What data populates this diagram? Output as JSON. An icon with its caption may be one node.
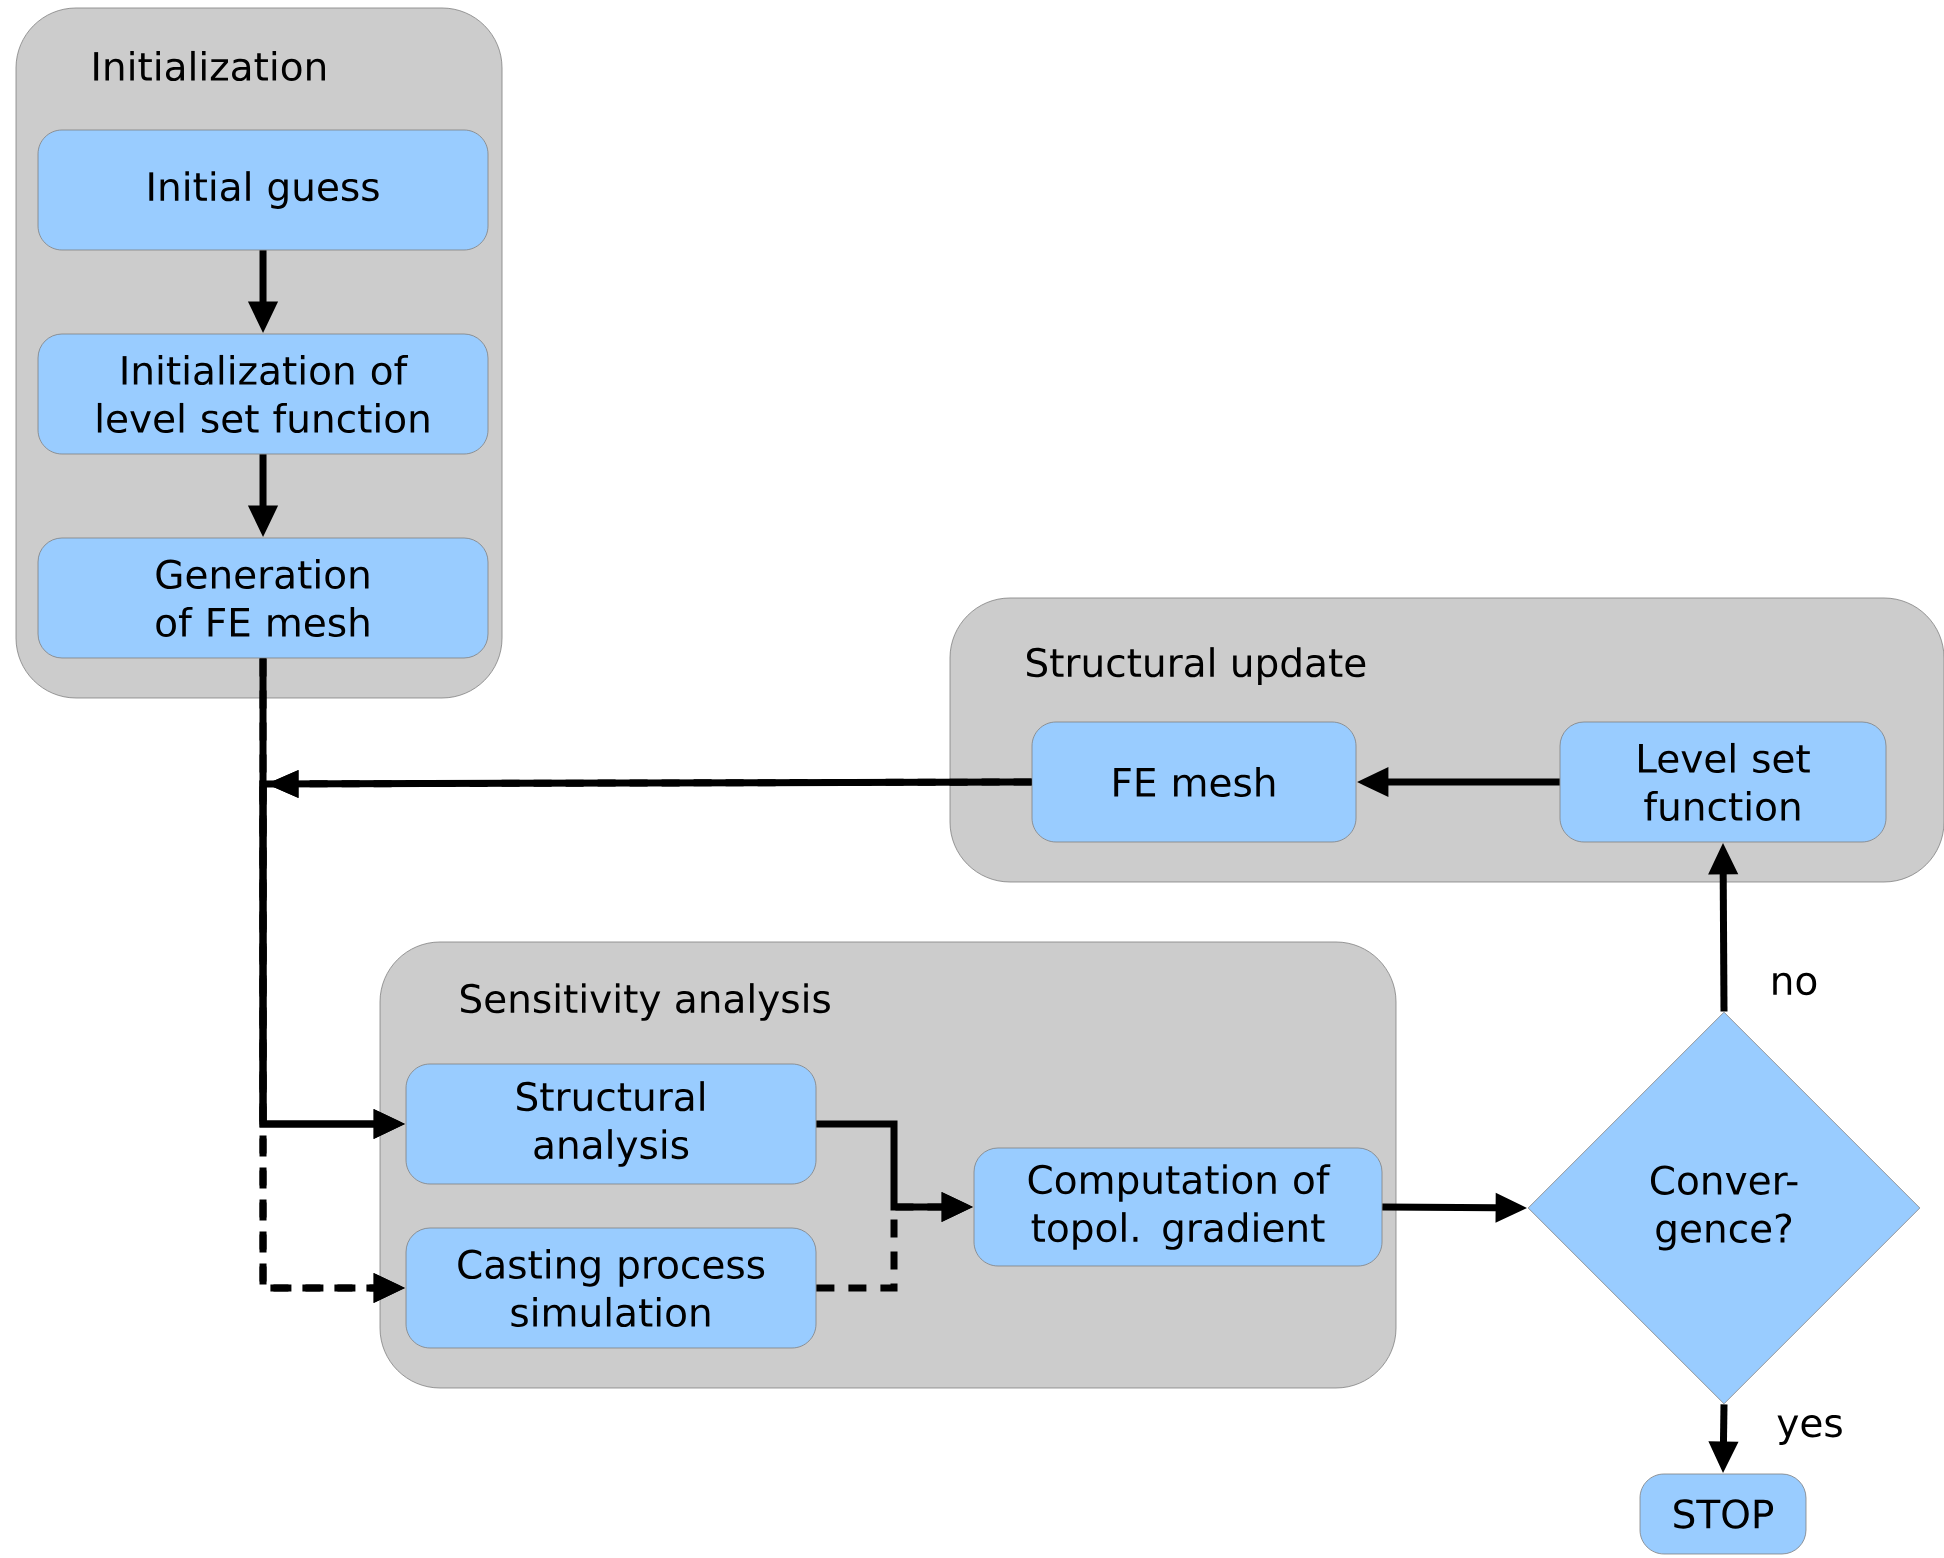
{
  "diagram": {
    "nodes": [
      {
        "text": [
          "Initialization"
        ]
      },
      {
        "text": [
          "Initial guess"
        ],
        "in": 0
      },
      {
        "text": [
          "Initialization of level set function"
        ],
        "in": 0
      },
      {
        "text": [
          "Generation of FE mesh"
        ],
        "in": 0
      },
      {
        "text": [
          "Structural update"
        ]
      },
      {
        "text": [
          "FE mesh"
        ],
        "in": 4
      },
      {
        "text": [
          "Level set function"
        ],
        "in": 4
      },
      {
        "text": [
          "Sensitivity analysis"
        ]
      },
      {
        "text": [
          "Structural analysis"
        ],
        "in": 7
      },
      {
        "text": [
          "Casting process simulation"
        ],
        "in": 7
      },
      {
        "text": [
          "Computation of topol. gradient"
        ],
        "in": 7
      },
      {
        "text": [
          "Conver- gence?"
        ]
      },
      {
        "text": [
          "STOP"
        ]
      }
    ],
    "edges": [
      {
        "from": 1,
        "to": 2,
        "arrow": "to"
      },
      {
        "from": 2,
        "to": 3,
        "arrow": "to"
      },
      {
        "from": 3,
        "to": 8,
        "arrow": "to"
      },
      {
        "from": 5,
        "to": 8,
        "arrow": "to"
      },
      {
        "from": 3,
        "to": 9,
        "arrow": "to",
        "style": "dashed"
      },
      {
        "from": 5,
        "to": 9,
        "arrow": "to",
        "style": "dashed"
      },
      {
        "from": 8,
        "to": 10,
        "arrow": "to"
      },
      {
        "from": 9,
        "to": 10,
        "arrow": "to",
        "style": "dashed"
      },
      {
        "from": 10,
        "to": 11,
        "arrow": "to"
      },
      {
        "from": 11,
        "to": 6,
        "arrow": "to",
        "label": "no"
      },
      {
        "from": 11,
        "to": 12,
        "arrow": "to",
        "label": "yes"
      },
      {
        "from": 6,
        "to": 5,
        "arrow": "to"
      }
    ]
  }
}
